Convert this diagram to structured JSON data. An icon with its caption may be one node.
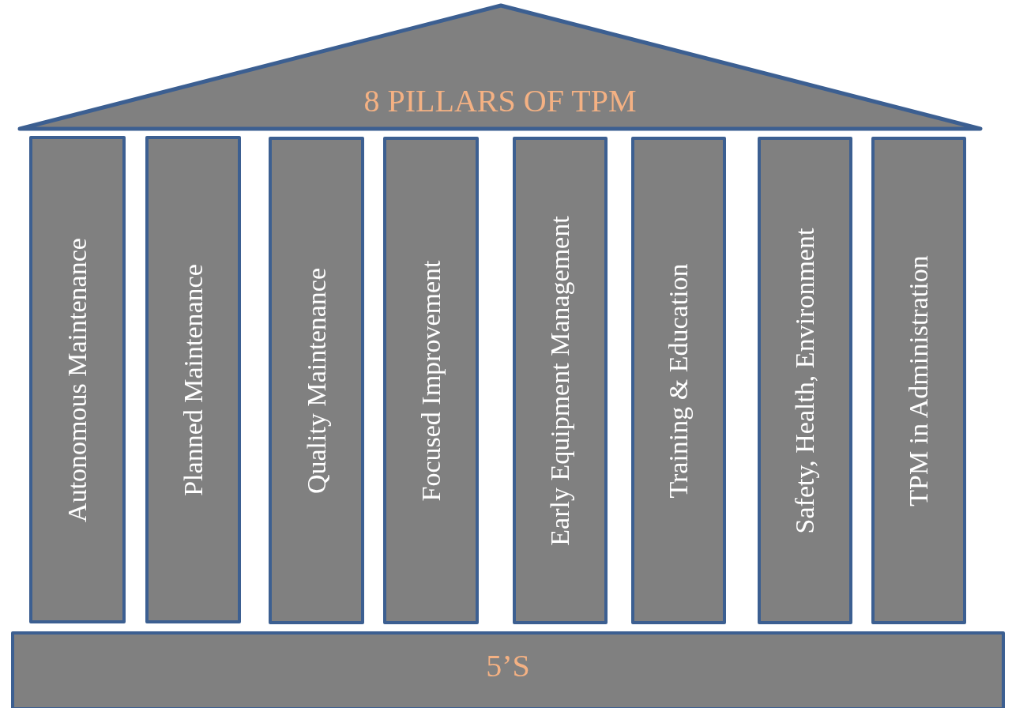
{
  "diagram": {
    "nodes": [
      {
        "text": [
          "8 PILLARS OF TPM"
        ]
      },
      {
        "text": [
          "Autonomous Maintenance"
        ]
      },
      {
        "text": [
          "Planned Maintenance"
        ]
      },
      {
        "text": [
          "Quality Maintenance"
        ]
      },
      {
        "text": [
          "Focused Improvement"
        ]
      },
      {
        "text": [
          "Early Equipment Management"
        ]
      },
      {
        "text": [
          "Training & Education"
        ]
      },
      {
        "text": [
          "Safety, Health, Environment"
        ]
      },
      {
        "text": [
          "TPM in Administration"
        ]
      },
      {
        "text": [
          "5’S"
        ]
      }
    ]
  }
}
